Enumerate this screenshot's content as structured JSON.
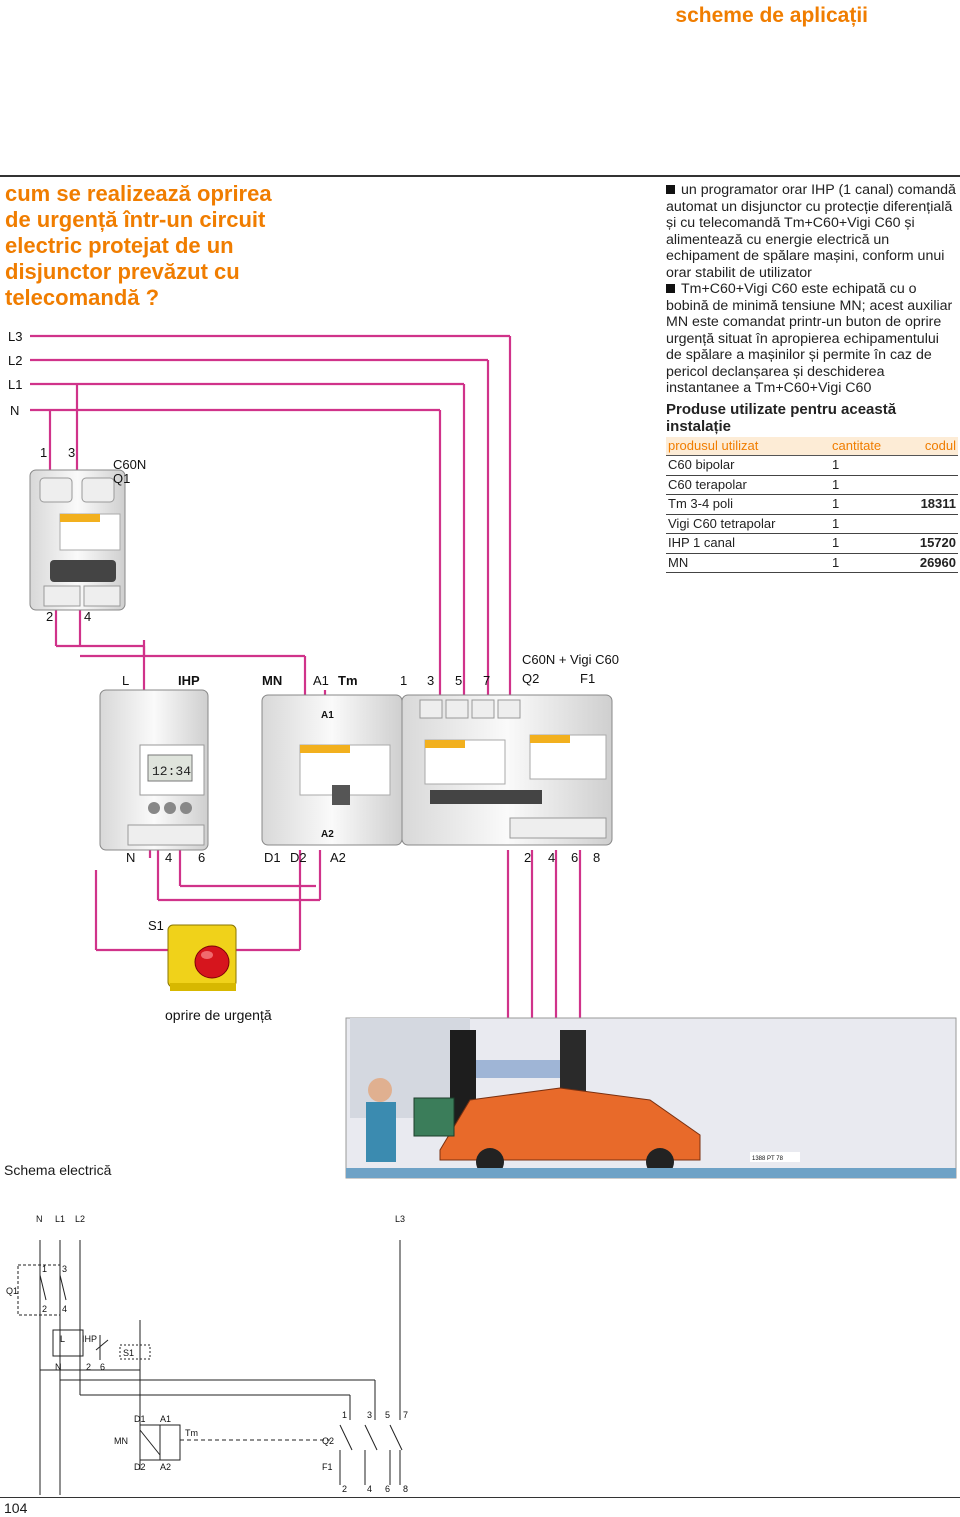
{
  "header": {
    "section_title": "scheme de aplicații"
  },
  "question": "cum se realizează oprirea de urgență într-un circuit electric protejat de un disjunctor prevăzut cu telecomandă ?",
  "description": {
    "p1": "un programator orar IHP (1 canal) comandă automat un disjunctor cu protecție diferențială și cu telecomandă Tm+C60+Vigi C60 și alimentează cu energie electrică un echipament de spălare mașini, conform unui orar stabilit de utilizator",
    "p2": "Tm+C60+Vigi C60 este echipată cu o bobină de minimă tensiune MN; acest auxiliar MN este comandat printr-un buton de oprire urgență situat în apropierea echipamentului de spălare a mașinilor și permite în caz de pericol declanșarea și deschiderea instantanee a Tm+C60+Vigi C60"
  },
  "products": {
    "title": "Produse utilizate pentru această instalație",
    "headers": [
      "produsul utilizat",
      "cantitate",
      "codul"
    ],
    "rows": [
      [
        "C60 bipolar",
        "1",
        ""
      ],
      [
        "C60 terapolar",
        "1",
        ""
      ],
      [
        "Tm 3-4 poli",
        "1",
        "18311"
      ],
      [
        "Vigi C60 tetrapolar",
        "1",
        ""
      ],
      [
        "IHP 1 canal",
        "1",
        "15720"
      ],
      [
        "MN",
        "1",
        "26960"
      ]
    ]
  },
  "wiring": {
    "lines": [
      "L3",
      "L2",
      "L1",
      "N"
    ],
    "q1_terminals_top": [
      "1",
      "3"
    ],
    "q1_terminals_bottom": [
      "2",
      "4"
    ],
    "q1_name": "C60N",
    "q1_ref": "Q1",
    "module_top": [
      "L",
      "IHP",
      "MN",
      "A1",
      "Tm",
      "1",
      "3",
      "5",
      "7"
    ],
    "c60_vigi_title": "C60N + Vigi C60",
    "q2_ref": "Q2",
    "f1_ref": "F1",
    "module_a1": "A1",
    "module_a2": "A2",
    "bottom_terms": [
      "N",
      "4",
      "6",
      "D1",
      "D2",
      "A2",
      "2",
      "4",
      "6",
      "8"
    ],
    "ihp_time": "12:34",
    "s1_ref": "S1",
    "emergency_label": "oprire de urgență",
    "car_plate": "1388 PT 78"
  },
  "schematic": {
    "title": "Schema electrică",
    "top_labels": [
      "N",
      "L1",
      "L2",
      "L3"
    ],
    "q1": "Q1",
    "q1_pins": [
      "1",
      "3",
      "2",
      "4"
    ],
    "ihp": "IHP",
    "ihp_pins": [
      "L",
      "N",
      "2",
      "6"
    ],
    "s1": "S1",
    "mn": "MN",
    "mn_pins": [
      "D1",
      "D2",
      "A1",
      "A2"
    ],
    "tm": "Tm",
    "q2": "Q2",
    "f1": "F1",
    "q2_pins_top": [
      "1",
      "3",
      "5",
      "7"
    ],
    "q2_pins_bottom": [
      "2",
      "4",
      "6",
      "8"
    ]
  },
  "page_number": "104",
  "colors": {
    "accent": "#f07d00",
    "wire": "#d0338a"
  }
}
